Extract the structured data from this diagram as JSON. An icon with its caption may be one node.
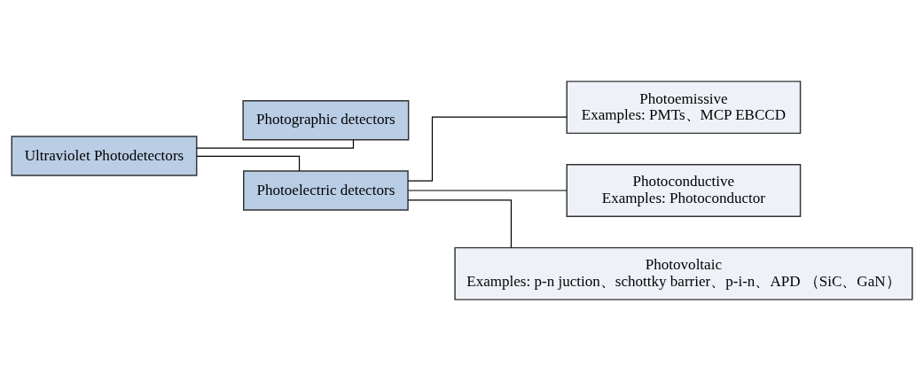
{
  "diagram": {
    "nodes": [
      {
        "text": [
          "Ultraviolet Photodetectors"
        ]
      },
      {
        "text": [
          "Photographic detectors"
        ]
      },
      {
        "text": [
          "Photoelectric detectors"
        ]
      },
      {
        "text": [
          "Photoemissive",
          "Examples: PMTs、MCP EBCCD"
        ]
      },
      {
        "text": [
          "Photoconductive",
          "Examples: Photoconductor"
        ]
      },
      {
        "text": [
          "Photovoltaic",
          "Examples: p-n juction、schottky barrier、p-i-n、APD （SiC、GaN）"
        ]
      }
    ],
    "edges": [
      {
        "from": 0,
        "to": 1,
        "arrow": "none"
      },
      {
        "from": 0,
        "to": 2,
        "arrow": "none"
      },
      {
        "from": 2,
        "to": 3,
        "arrow": "none"
      },
      {
        "from": 2,
        "to": 4,
        "arrow": "none"
      },
      {
        "from": 2,
        "to": 5,
        "arrow": "none"
      }
    ]
  }
}
